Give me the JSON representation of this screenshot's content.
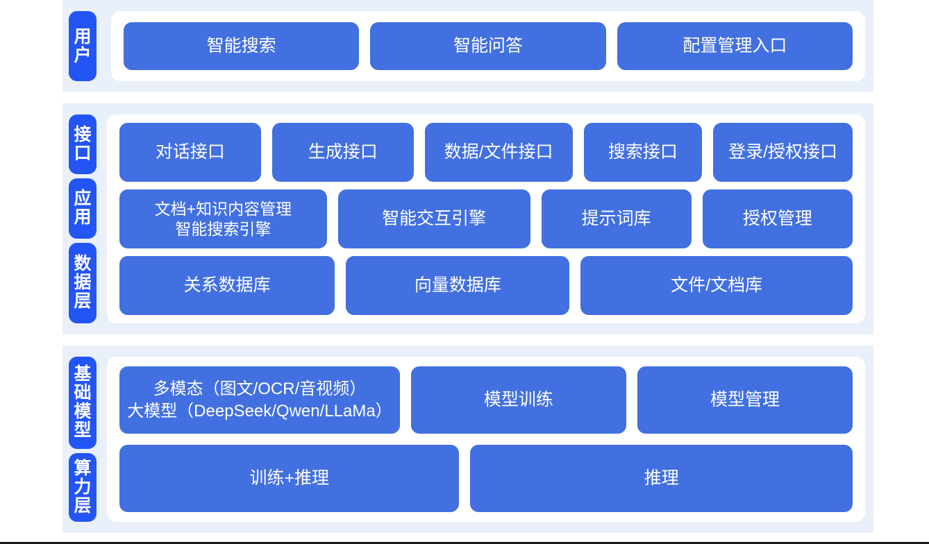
{
  "diagram": {
    "colors": {
      "band": "#eaf0fa",
      "rail_tab": "#2355f5",
      "box": "#4270e0",
      "card": "#ffffff",
      "page": "#ffffff"
    },
    "sections": [
      {
        "id": "user",
        "rails": [
          {
            "name": "user-layer",
            "label": "用户",
            "chars": [
              "用",
              "户"
            ]
          }
        ],
        "rows": [
          {
            "name": "user-entries",
            "boxes": [
              {
                "label": "智能搜索"
              },
              {
                "label": "智能问答"
              },
              {
                "label": "配置管理入口"
              }
            ]
          }
        ]
      },
      {
        "id": "middle",
        "rails": [
          {
            "name": "interface-layer",
            "label": "接口",
            "chars": [
              "接",
              "口"
            ]
          },
          {
            "name": "application-layer",
            "label": "应用",
            "chars": [
              "应",
              "用"
            ]
          },
          {
            "name": "data-layer",
            "label": "数据层",
            "chars": [
              "数",
              "据",
              "层"
            ]
          }
        ],
        "rows": [
          {
            "name": "interface-row",
            "boxes": [
              {
                "label": "对话接口"
              },
              {
                "label": "生成接口"
              },
              {
                "label": "数据/文件接口"
              },
              {
                "label": "搜索接口"
              },
              {
                "label": "登录/授权接口"
              }
            ]
          },
          {
            "name": "application-row",
            "boxes": [
              {
                "label": "文档+知识内容管理\n智能搜索引擎"
              },
              {
                "label": "智能交互引擎"
              },
              {
                "label": "提示词库"
              },
              {
                "label": "授权管理"
              }
            ]
          },
          {
            "name": "data-row",
            "boxes": [
              {
                "label": "关系数据库"
              },
              {
                "label": "向量数据库"
              },
              {
                "label": "文件/文档库"
              }
            ]
          }
        ]
      },
      {
        "id": "base",
        "rails": [
          {
            "name": "foundation-model-layer",
            "label": "基础模型",
            "chars": [
              "基",
              "础",
              "模",
              "型"
            ]
          },
          {
            "name": "compute-layer",
            "label": "算力层",
            "chars": [
              "算",
              "力",
              "层"
            ]
          }
        ],
        "rows": [
          {
            "name": "foundation-model-row",
            "boxes": [
              {
                "label": "多模态（图文/OCR/音视频）\n大模型（DeepSeek/Qwen/LLaMa）"
              },
              {
                "label": "模型训练"
              },
              {
                "label": "模型管理"
              }
            ]
          },
          {
            "name": "compute-row",
            "boxes": [
              {
                "label": "训练+推理"
              },
              {
                "label": "推理"
              }
            ]
          }
        ]
      }
    ]
  }
}
